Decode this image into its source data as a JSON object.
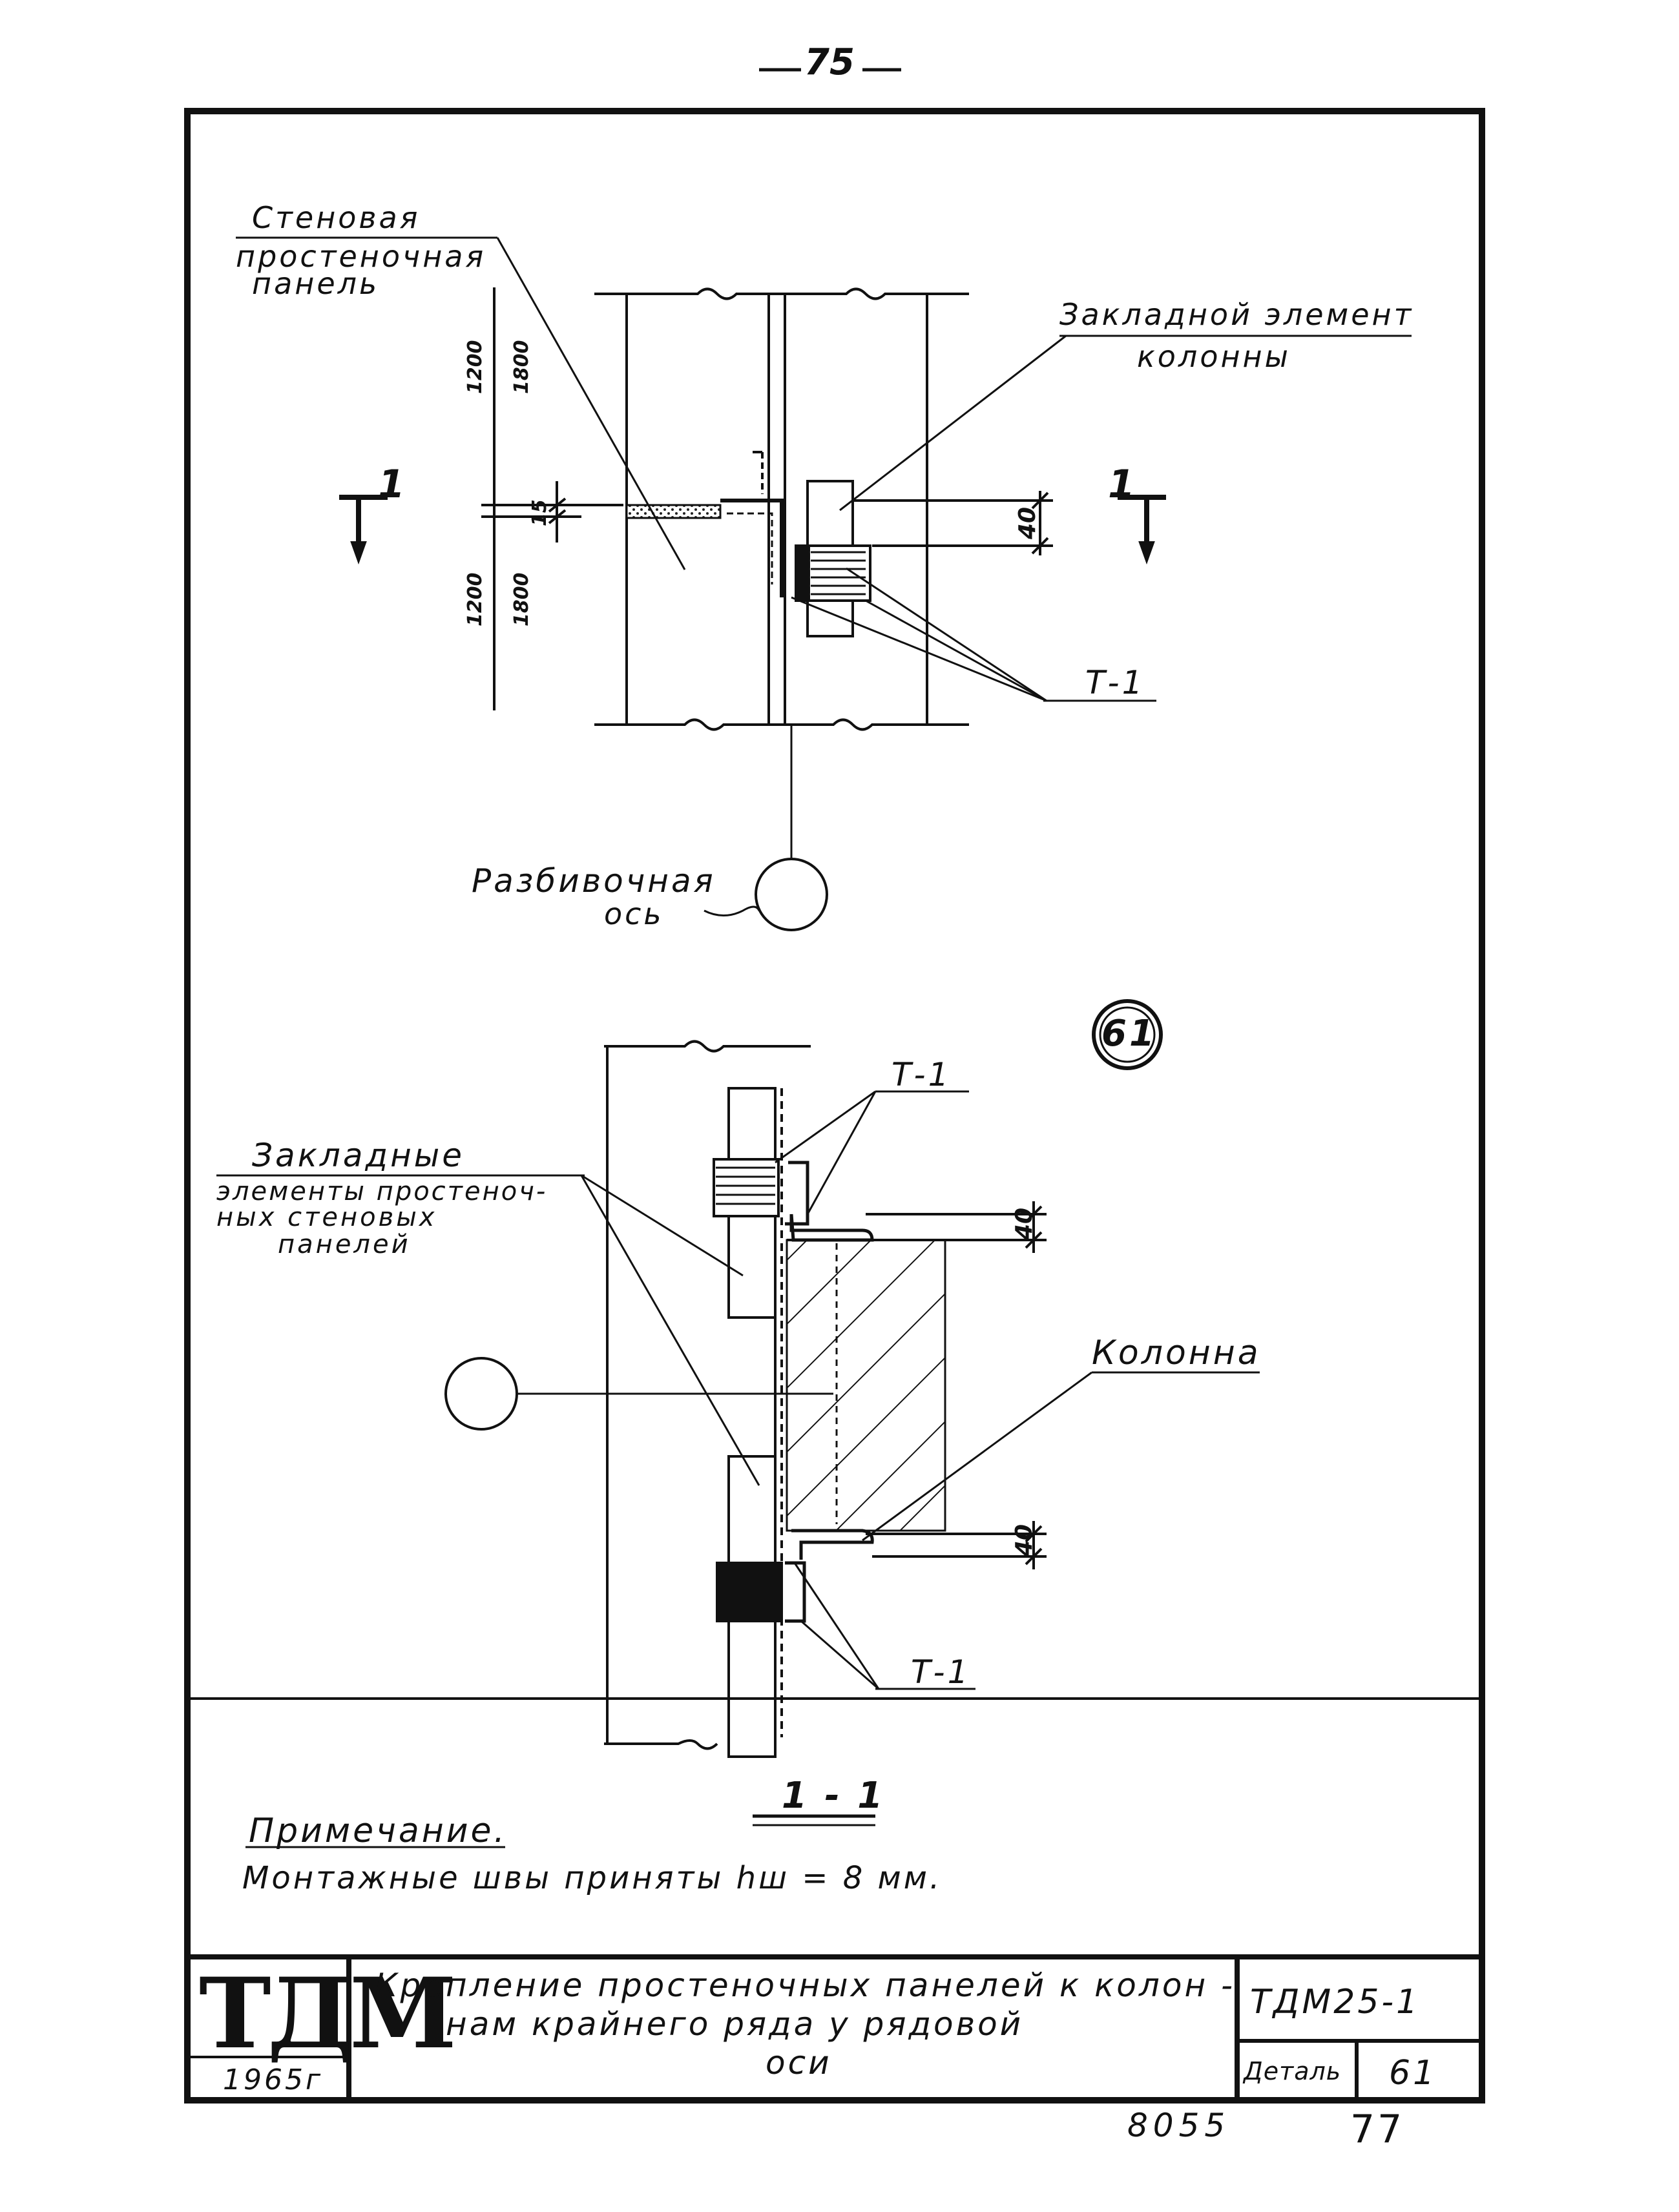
{
  "page_number": "75",
  "labels": {
    "wall_panel": [
      "Стеновая",
      "простеночная",
      "панель"
    ],
    "column_embedded": [
      "Закладной элемент",
      "колонны"
    ],
    "section_mark": "1",
    "t1": "Т-1",
    "axis": [
      "Разбивочная",
      "ось"
    ],
    "detail_circle": "61",
    "panel_embedded": [
      "Закладные",
      "элементы простеноч-",
      "ных стеновых",
      "панелей"
    ],
    "column": "Колонна",
    "section_title": "1 - 1"
  },
  "dimensions": {
    "upper": [
      "1200",
      "1800"
    ],
    "lower": [
      "1200",
      "1800"
    ],
    "gap": "15",
    "offset": "40"
  },
  "note": {
    "title": "Примечание.",
    "text": "Монтажные швы приняты  hш = 8 мм."
  },
  "title_block": {
    "logo": "ТДМ",
    "year": "1965г",
    "title_lines": [
      "Крепление простеночных панелей к колон -",
      "нам крайнего ряда у рядовой",
      "оси"
    ],
    "code": "ТДМ25-1",
    "detail_label": "Деталь",
    "detail_number": "61"
  },
  "footer": {
    "archive_number": "8055",
    "sheet_number": "77"
  }
}
